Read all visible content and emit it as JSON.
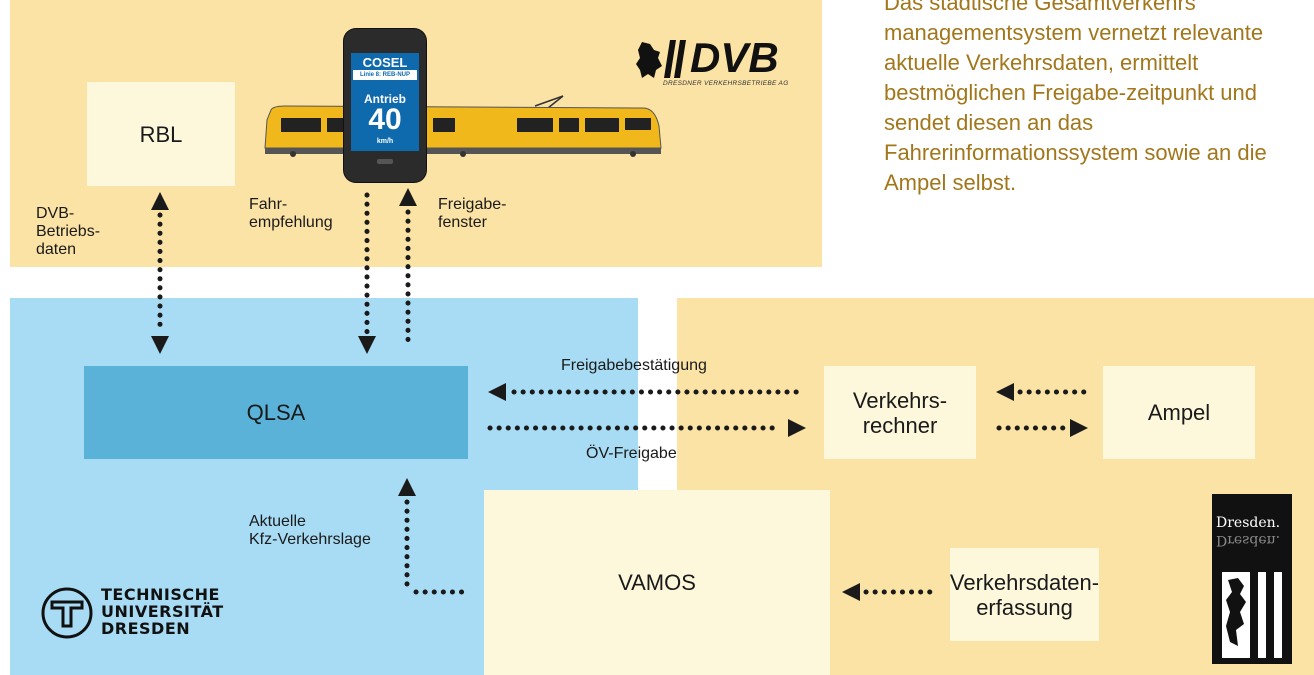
{
  "description": "Das städtische Gesamtverkehrs managementsystem vernetzt relevante aktuelle Verkehrsdaten, ermittelt bestmöglichen Freigabe-zeitpunkt und sendet diesen an das Fahrerinformationssystem sowie an die Ampel selbst.",
  "dvb": {
    "logo_text": "DVB",
    "logo_subtitle": "DRESDNER VERKEHRSBETRIEBE AG"
  },
  "phone": {
    "stop_name": "COSEL",
    "line_info": "Linie 8: REB-NUP",
    "drive_label": "Antrieb",
    "speed": "40",
    "speed_unit": "km/h"
  },
  "nodes": {
    "rbl": "RBL",
    "qlsa": "QLSA",
    "verkehrsrechner_1": "Verkehrs-",
    "verkehrsrechner_2": "rechner",
    "ampel": "Ampel",
    "vamos": "VAMOS",
    "verkehrsdaten_1": "Verkehrsdaten-",
    "verkehrsdaten_2": "erfassung"
  },
  "edge_labels": {
    "dvb_betriebsdaten_1": "DVB-",
    "dvb_betriebsdaten_2": "Betriebs-",
    "dvb_betriebsdaten_3": "daten",
    "fahrempfehlung_1": "Fahr-",
    "fahrempfehlung_2": "empfehlung",
    "freigabefenster_1": "Freigabe-",
    "freigabefenster_2": "fenster",
    "freigabebestaetigung": "Freigabebestätigung",
    "oev_freigabe": "ÖV-Freigabe",
    "kfz_lage_1": "Aktuelle",
    "kfz_lage_2": "Kfz-Verkehrslage"
  },
  "tu_logo": {
    "line1": "TECHNISCHE",
    "line2": "UNIVERSITÄT",
    "line3": "DRESDEN"
  },
  "city_logo": {
    "word": "Dresden."
  },
  "colors": {
    "dvb_panel": "#fbe3a6",
    "tu_panel": "#a8dcf4",
    "city_panel": "#fbe3a6",
    "node_box": "#fdf8dc",
    "qlsa_box": "#5ab2d8",
    "description_text": "#a2771c",
    "arrows": "#1a1a1a"
  }
}
